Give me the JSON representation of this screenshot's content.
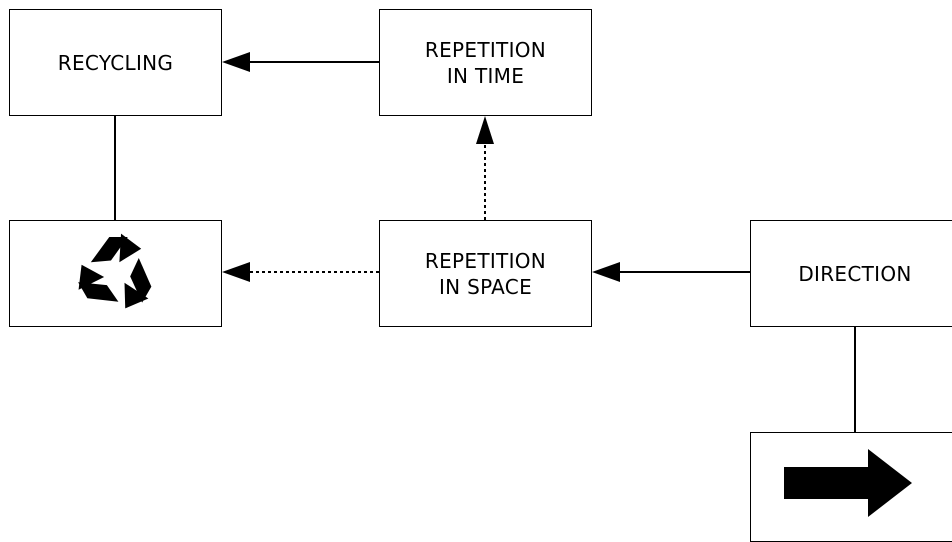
{
  "nodes": {
    "recycling": {
      "label": "RECYCLING"
    },
    "repetition_time": {
      "line1": "REPETITION",
      "line2": "IN TIME"
    },
    "recycle_symbol": {
      "icon": "recycle-icon"
    },
    "repetition_space": {
      "line1": "REPETITION",
      "line2": "IN SPACE"
    },
    "direction": {
      "label": "DIRECTION"
    },
    "direction_symbol": {
      "icon": "right-arrow-icon"
    }
  },
  "edges": [
    {
      "from": "repetition_time",
      "to": "recycling",
      "style": "solid"
    },
    {
      "from": "repetition_space",
      "to": "repetition_time",
      "style": "dotted"
    },
    {
      "from": "repetition_space",
      "to": "recycle_symbol",
      "style": "dotted"
    },
    {
      "from": "direction",
      "to": "repetition_space",
      "style": "solid"
    },
    {
      "from": "recycling",
      "to": "recycle_symbol",
      "style": "line"
    },
    {
      "from": "direction",
      "to": "direction_symbol",
      "style": "line"
    }
  ]
}
